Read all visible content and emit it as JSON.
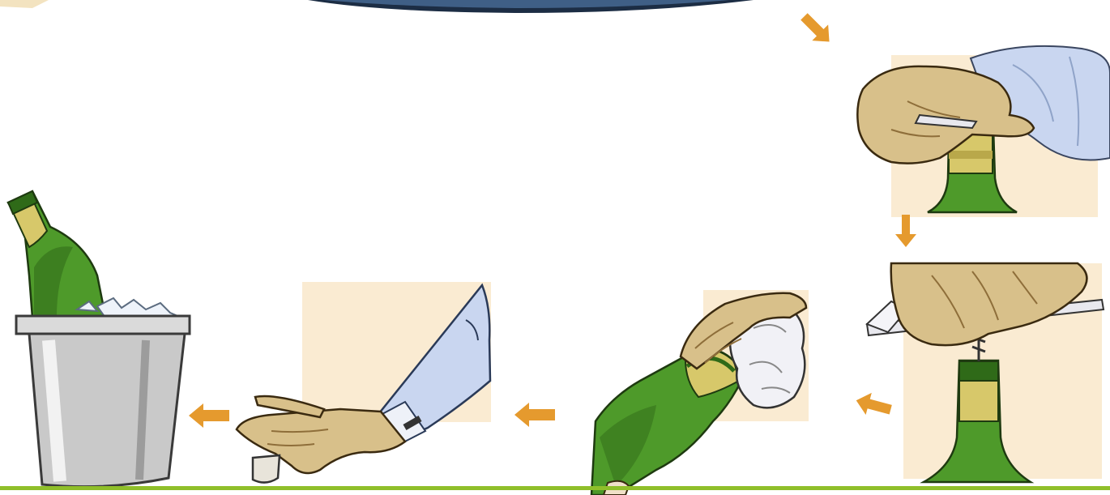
{
  "steps": [
    {
      "name": "cut-foil",
      "icon": "cut-foil-icon"
    },
    {
      "name": "insert-corkscrew",
      "icon": "corkscrew-icon"
    },
    {
      "name": "wipe-bottle-neck",
      "icon": "wipe-napkin-icon"
    },
    {
      "name": "present-cork",
      "icon": "cork-in-hand-icon"
    },
    {
      "name": "place-in-ice-bucket",
      "icon": "ice-bucket-icon"
    }
  ],
  "arrow_icon": "arrow-icon",
  "colors": {
    "arrow": "#E59A2E",
    "panel": "#FAEBD2",
    "bottle_green": "#4E9A2A",
    "bottle_dark": "#2F6A18",
    "foil_gold": "#D7C86A",
    "skin": "#D8C08A",
    "skin_shadow": "#B59A62",
    "sleeve": "#C9D6F0",
    "bucket": "#C9C9C9",
    "bottom_rule": "#8FBF2A"
  }
}
